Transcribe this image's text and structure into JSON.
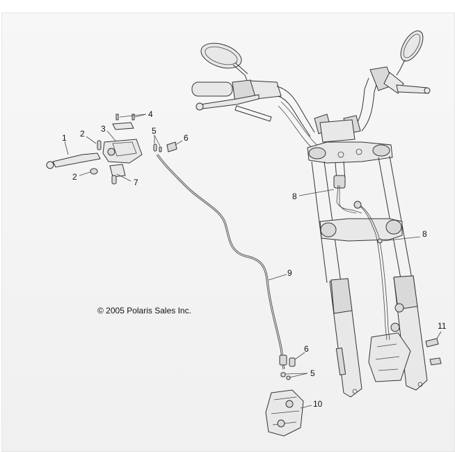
{
  "copyright": "© 2005 Polaris Sales Inc.",
  "callouts": {
    "c1": "1",
    "c2a": "2",
    "c2b": "2",
    "c3": "3",
    "c4": "4",
    "c5a": "5",
    "c5b": "5",
    "c6a": "6",
    "c6b": "6",
    "c7": "7",
    "c8a": "8",
    "c8b": "8",
    "c9": "9",
    "c10": "10",
    "c11": "11"
  }
}
